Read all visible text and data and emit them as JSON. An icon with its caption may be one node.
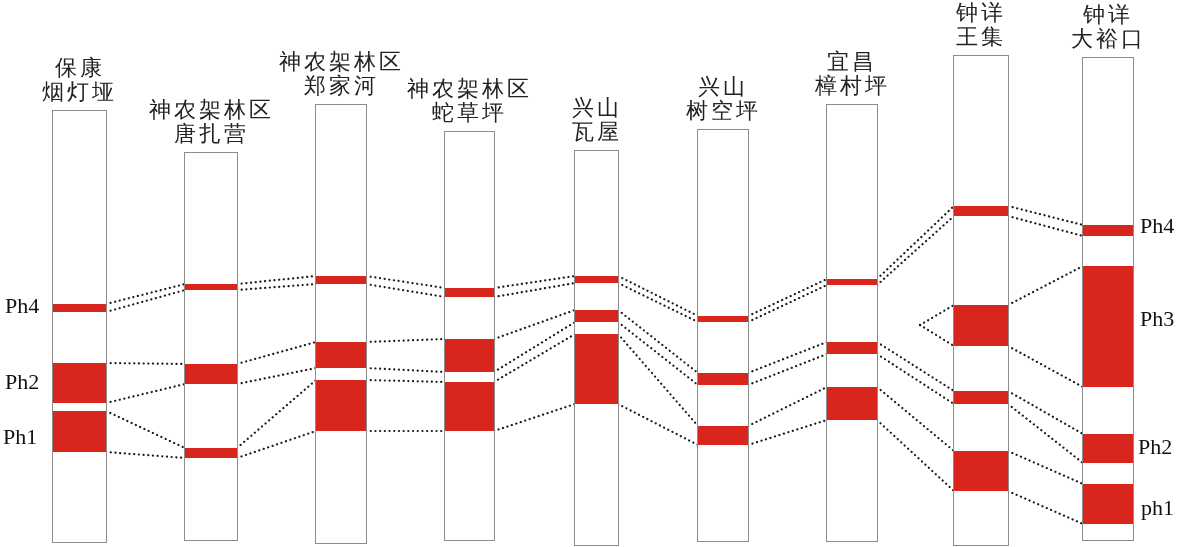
{
  "diagram": {
    "nodes": [
      {
        "text": [
          "保康",
          "烟灯垭"
        ]
      },
      {
        "text": [],
        "shape": "bar",
        "in": 0
      },
      {
        "text": [],
        "shape": "bar",
        "in": 0
      },
      {
        "text": [],
        "shape": "bar",
        "in": 0
      },
      {
        "text": [
          "神农架林区",
          "唐扎营"
        ]
      },
      {
        "text": [],
        "shape": "bar",
        "in": 4
      },
      {
        "text": [],
        "shape": "bar",
        "in": 4
      },
      {
        "text": [],
        "shape": "bar",
        "in": 4
      },
      {
        "text": [
          "神农架林区",
          "郑家河"
        ]
      },
      {
        "text": [],
        "shape": "bar",
        "in": 8
      },
      {
        "text": [],
        "shape": "bar",
        "in": 8
      },
      {
        "text": [],
        "shape": "bar",
        "in": 8
      },
      {
        "text": [
          "神农架林区",
          "蛇草坪"
        ]
      },
      {
        "text": [],
        "shape": "bar",
        "in": 12
      },
      {
        "text": [],
        "shape": "bar",
        "in": 12
      },
      {
        "text": [],
        "shape": "bar",
        "in": 12
      },
      {
        "text": [
          "兴山",
          "瓦屋"
        ]
      },
      {
        "text": [],
        "shape": "bar",
        "in": 16
      },
      {
        "text": [],
        "shape": "bar",
        "in": 16
      },
      {
        "text": [],
        "shape": "bar",
        "in": 16
      },
      {
        "text": [
          "兴山",
          "树空坪"
        ]
      },
      {
        "text": [],
        "shape": "bar",
        "in": 20
      },
      {
        "text": [],
        "shape": "bar",
        "in": 20
      },
      {
        "text": [],
        "shape": "bar",
        "in": 20
      },
      {
        "text": [
          "宜昌",
          "樟村坪"
        ]
      },
      {
        "text": [],
        "shape": "bar",
        "in": 24
      },
      {
        "text": [],
        "shape": "bar",
        "in": 24
      },
      {
        "text": [],
        "shape": "bar",
        "in": 24
      },
      {
        "text": [
          "钟详",
          "王集"
        ]
      },
      {
        "text": [],
        "shape": "bar",
        "in": 28
      },
      {
        "text": [],
        "shape": "bar",
        "in": 28
      },
      {
        "text": [],
        "shape": "bar",
        "in": 28
      },
      {
        "text": [],
        "shape": "bar",
        "in": 28
      },
      {
        "text": [
          "钟详",
          "大裕口"
        ]
      },
      {
        "text": [],
        "shape": "bar",
        "in": 33
      },
      {
        "text": [],
        "shape": "bar",
        "in": 33
      },
      {
        "text": [],
        "shape": "bar",
        "in": 33
      },
      {
        "text": [],
        "shape": "bar",
        "in": 33
      }
    ],
    "edges": [
      {
        "from": 1,
        "to": 5,
        "arrow": "none",
        "style": "dashed"
      },
      {
        "from": 1,
        "to": 5,
        "arrow": "none",
        "style": "dashed"
      },
      {
        "from": 2,
        "to": 6,
        "arrow": "none",
        "style": "dashed"
      },
      {
        "from": 2,
        "to": 6,
        "arrow": "none",
        "style": "dashed"
      },
      {
        "from": 3,
        "to": 7,
        "arrow": "none",
        "style": "dashed"
      },
      {
        "from": 3,
        "to": 7,
        "arrow": "none",
        "style": "dashed"
      },
      {
        "from": 5,
        "to": 9,
        "arrow": "none",
        "style": "dashed"
      },
      {
        "from": 5,
        "to": 9,
        "arrow": "none",
        "style": "dashed"
      },
      {
        "from": 6,
        "to": 10,
        "arrow": "none",
        "style": "dashed"
      },
      {
        "from": 6,
        "to": 10,
        "arrow": "none",
        "style": "dashed"
      },
      {
        "from": 7,
        "to": 11,
        "arrow": "none",
        "style": "dashed"
      },
      {
        "from": 7,
        "to": 11,
        "arrow": "none",
        "style": "dashed"
      },
      {
        "from": 9,
        "to": 13,
        "arrow": "none",
        "style": "dashed"
      },
      {
        "from": 9,
        "to": 13,
        "arrow": "none",
        "style": "dashed"
      },
      {
        "from": 10,
        "to": 14,
        "arrow": "none",
        "style": "dashed"
      },
      {
        "from": 10,
        "to": 14,
        "arrow": "none",
        "style": "dashed"
      },
      {
        "from": 11,
        "to": 15,
        "arrow": "none",
        "style": "dashed"
      },
      {
        "from": 11,
        "to": 15,
        "arrow": "none",
        "style": "dashed"
      },
      {
        "from": 13,
        "to": 17,
        "arrow": "none",
        "style": "dashed"
      },
      {
        "from": 13,
        "to": 17,
        "arrow": "none",
        "style": "dashed"
      },
      {
        "from": 14,
        "to": 18,
        "arrow": "none",
        "style": "dashed"
      },
      {
        "from": 14,
        "to": 18,
        "arrow": "none",
        "style": "dashed"
      },
      {
        "from": 15,
        "to": 19,
        "arrow": "none",
        "style": "dashed"
      },
      {
        "from": 15,
        "to": 19,
        "arrow": "none",
        "style": "dashed"
      },
      {
        "from": 17,
        "to": 21,
        "arrow": "none",
        "style": "dashed"
      },
      {
        "from": 17,
        "to": 21,
        "arrow": "none",
        "style": "dashed"
      },
      {
        "from": 18,
        "to": 22,
        "arrow": "none",
        "style": "dashed"
      },
      {
        "from": 18,
        "to": 22,
        "arrow": "none",
        "style": "dashed"
      },
      {
        "from": 19,
        "to": 23,
        "arrow": "none",
        "style": "dashed"
      },
      {
        "from": 19,
        "to": 23,
        "arrow": "none",
        "style": "dashed"
      },
      {
        "from": 21,
        "to": 25,
        "arrow": "none",
        "style": "dashed"
      },
      {
        "from": 21,
        "to": 25,
        "arrow": "none",
        "style": "dashed"
      },
      {
        "from": 22,
        "to": 26,
        "arrow": "none",
        "style": "dashed"
      },
      {
        "from": 22,
        "to": 26,
        "arrow": "none",
        "style": "dashed"
      },
      {
        "from": 23,
        "to": 27,
        "arrow": "none",
        "style": "dashed"
      },
      {
        "from": 23,
        "to": 27,
        "arrow": "none",
        "style": "dashed"
      },
      {
        "from": 25,
        "to": 29,
        "arrow": "none",
        "style": "dashed"
      },
      {
        "from": 25,
        "to": 29,
        "arrow": "none",
        "style": "dashed"
      },
      {
        "from": 26,
        "to": 31,
        "arrow": "none",
        "style": "dashed"
      },
      {
        "from": 26,
        "to": 31,
        "arrow": "none",
        "style": "dashed"
      },
      {
        "from": 27,
        "to": 32,
        "arrow": "none",
        "style": "dashed"
      },
      {
        "from": 27,
        "to": 32,
        "arrow": "none",
        "style": "dashed"
      },
      {
        "from": null,
        "to": 30,
        "arrow": "none",
        "style": "dashed"
      },
      {
        "from": null,
        "to": 30,
        "arrow": "none",
        "style": "dashed"
      },
      {
        "from": 29,
        "to": 34,
        "arrow": "none",
        "style": "dashed"
      },
      {
        "from": 29,
        "to": 34,
        "arrow": "none",
        "style": "dashed"
      },
      {
        "from": 30,
        "to": 35,
        "arrow": "none",
        "style": "dashed"
      },
      {
        "from": 30,
        "to": 35,
        "arrow": "none",
        "style": "dashed"
      },
      {
        "from": 31,
        "to": 36,
        "arrow": "none",
        "style": "dashed"
      },
      {
        "from": 31,
        "to": 36,
        "arrow": "none",
        "style": "dashed"
      },
      {
        "from": 32,
        "to": 37,
        "arrow": "none",
        "style": "dashed"
      },
      {
        "from": 32,
        "to": 37,
        "arrow": "none",
        "style": "dashed"
      }
    ],
    "labels": [
      "Ph4",
      "Ph2",
      "Ph1",
      "Ph4",
      "Ph3",
      "Ph2",
      "ph1"
    ]
  }
}
